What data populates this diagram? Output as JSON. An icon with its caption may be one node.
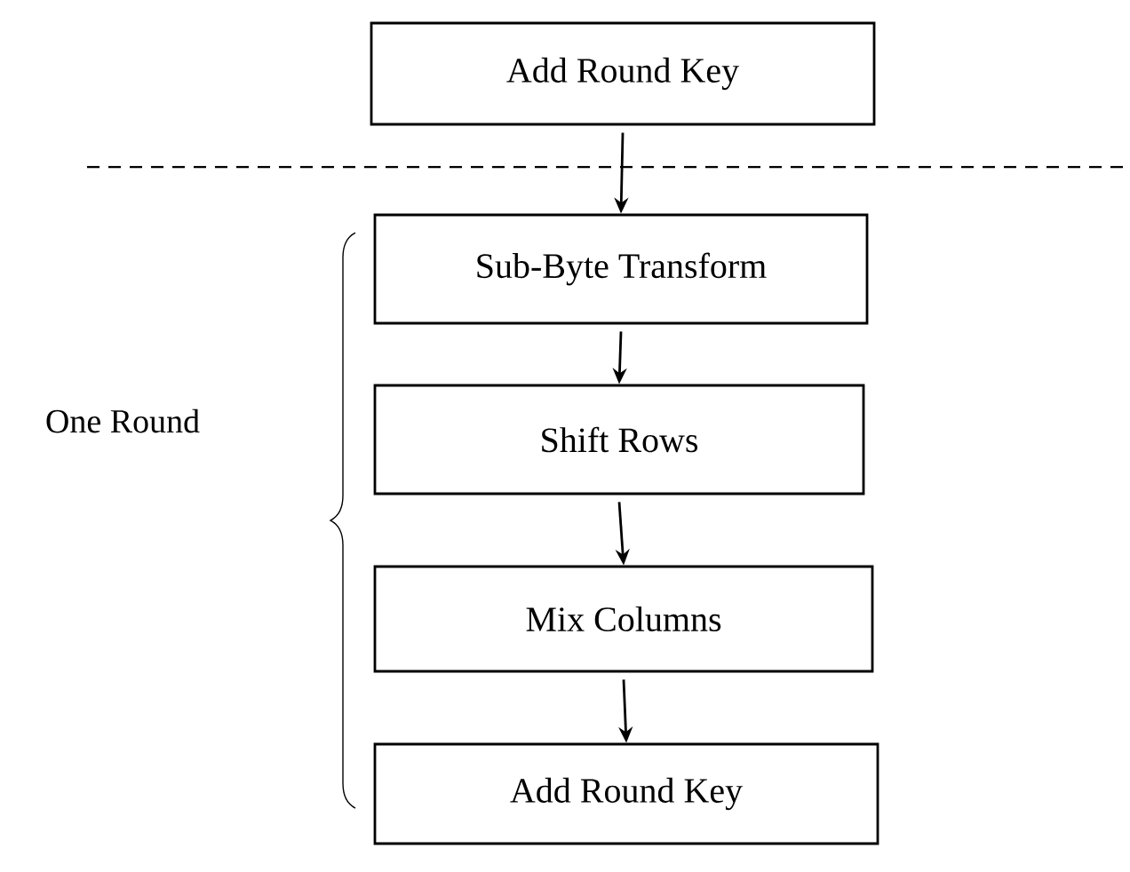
{
  "diagram": {
    "nodes": [
      {
        "text": [
          "Add Round Key"
        ]
      },
      {
        "text": [
          "Sub-Byte Transform"
        ]
      },
      {
        "text": [
          "Shift Rows"
        ]
      },
      {
        "text": [
          "Mix Columns"
        ]
      },
      {
        "text": [
          "Add Round Key"
        ]
      }
    ],
    "edges": [
      {
        "from": 0,
        "to": 1,
        "arrow": "to"
      },
      {
        "from": 1,
        "to": 2,
        "arrow": "to"
      },
      {
        "from": 2,
        "to": 3,
        "arrow": "to"
      },
      {
        "from": 3,
        "to": 4,
        "arrow": "to"
      }
    ],
    "labels": [
      "One Round"
    ]
  }
}
